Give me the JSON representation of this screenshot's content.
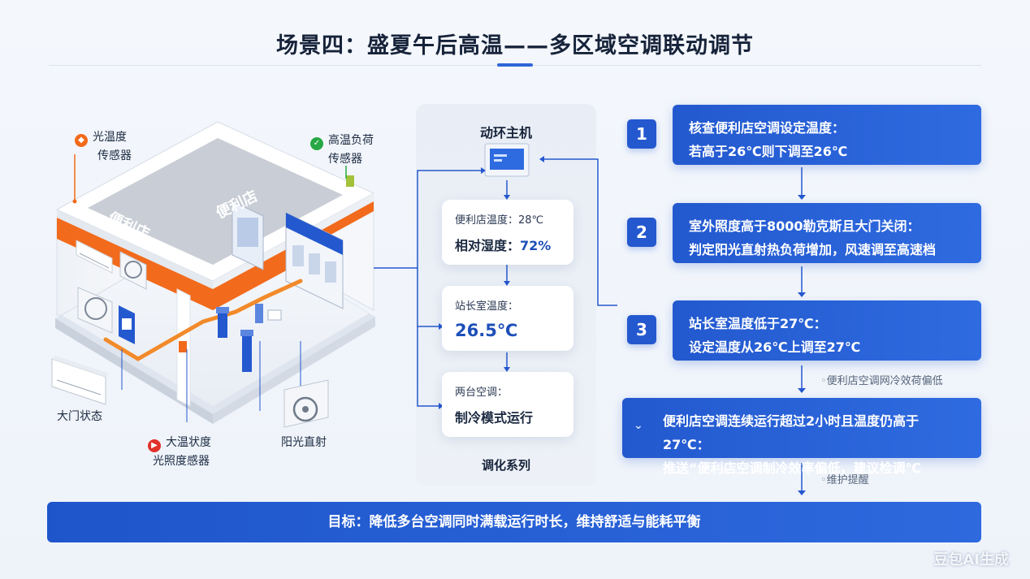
{
  "title": "场景四：盛夏午后高温——多区域空调联动调节",
  "scene": {
    "store_sign": "便利店",
    "store_sign_2": "便利店",
    "labels": {
      "light_temp_sensor_l1": "光温度",
      "light_temp_sensor_l2": "传感器",
      "high_temp_load_l1": "高温负荷",
      "high_temp_load_l2": "传感器",
      "door_status": "大门状态",
      "temp_state_l1": "大温状度",
      "temp_state_l2": "光照度感器",
      "sunlight": "阳光直射"
    },
    "colors": {
      "orange": "#f26a1b",
      "green": "#27a844",
      "red": "#e0312b",
      "blue": "#2458cf"
    }
  },
  "center": {
    "host_title": "动环主机",
    "card1": {
      "line1": "便利店温度：28℃",
      "line2_prefix": "相对湿度：",
      "line2_value": "72%"
    },
    "card2": {
      "line1": "站长室温度：",
      "value": "26.5℃"
    },
    "card3": {
      "line1": "两台空调：",
      "line2": "制冷模式运行"
    },
    "system_label": "调化系列"
  },
  "steps": [
    {
      "num": "1",
      "line1": "核查便利店空调设定温度：",
      "line2": "若高于26℃则下调至26℃"
    },
    {
      "num": "2",
      "line1": "室外照度高于8000勒克斯且大门关闭：",
      "line2": "判定阳光直射热负荷增加，风速调至高速档"
    },
    {
      "num": "3",
      "line1": "站长室温度低于27℃：",
      "line2": "设定温度从26℃上调至27℃"
    }
  ],
  "note1": "便利店空调网冷效荷偏低",
  "alert": {
    "icon": "chevron-down-icon",
    "line1": "便利店空调连续运行超过2小时且温度仍高于27℃：",
    "line2": "推送“便利店空调制冷效率偏低，建议检调℃"
  },
  "note2": "维护提醒",
  "goal": "目标：降低多台空调同时满载运行时长，维持舒适与能耗平衡",
  "watermark": "豆包AI生成"
}
